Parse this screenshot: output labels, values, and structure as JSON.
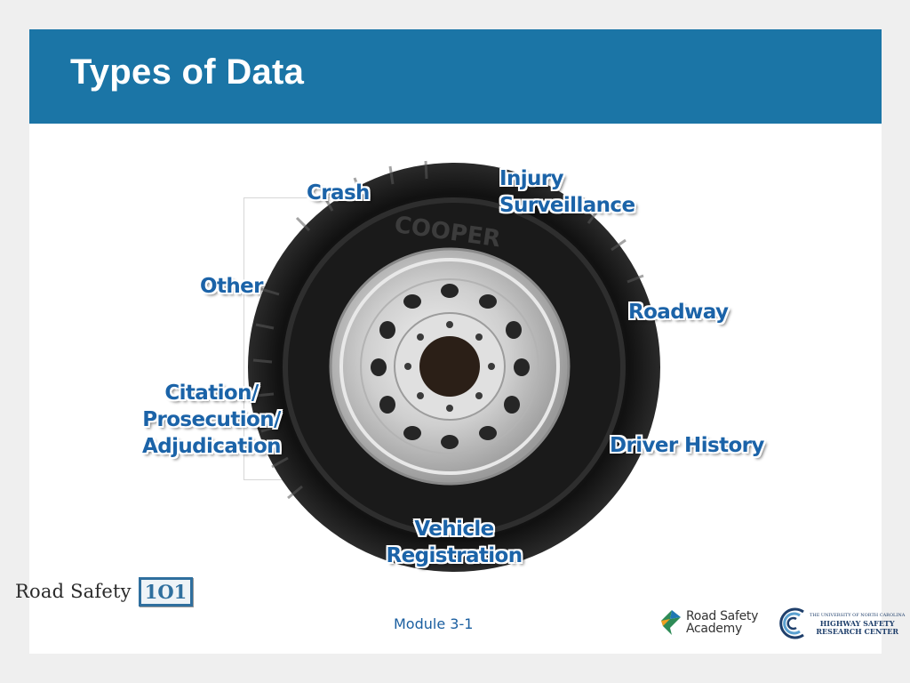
{
  "title": "Types of Data",
  "labels": {
    "crash": "Crash",
    "injury_line1": "Injury",
    "injury_line2": "Surveillance",
    "other": "Other",
    "roadway": "Roadway",
    "citation_line1": "Citation/",
    "citation_line2": "Prosecution/",
    "citation_line3": "Adjudication",
    "driver_history": "Driver History",
    "vehicle_line1": "Vehicle",
    "vehicle_line2": "Registration"
  },
  "tire_brand_text": "COOPER",
  "footer": {
    "module": "Module 3-1",
    "road_safety_101_text": "Road Safety",
    "road_safety_101_number": "1O1",
    "academy_line1": "Road Safety",
    "academy_line2": "Academy",
    "hsrc_line1": "THE UNIVERSITY OF NORTH CAROLINA",
    "hsrc_line2": "HIGHWAY SAFETY",
    "hsrc_line3": "RESEARCH CENTER"
  },
  "colors": {
    "header": "#1b75a6",
    "label_text": "#1b63a8",
    "background": "#efefef"
  }
}
